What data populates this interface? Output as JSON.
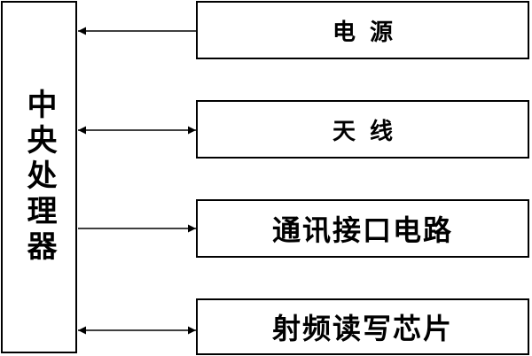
{
  "central": {
    "label": "中央处理器"
  },
  "modules": [
    {
      "label": "电源"
    },
    {
      "label": "天线"
    },
    {
      "label": "通讯接口电路"
    },
    {
      "label": "射频读写芯片"
    }
  ]
}
